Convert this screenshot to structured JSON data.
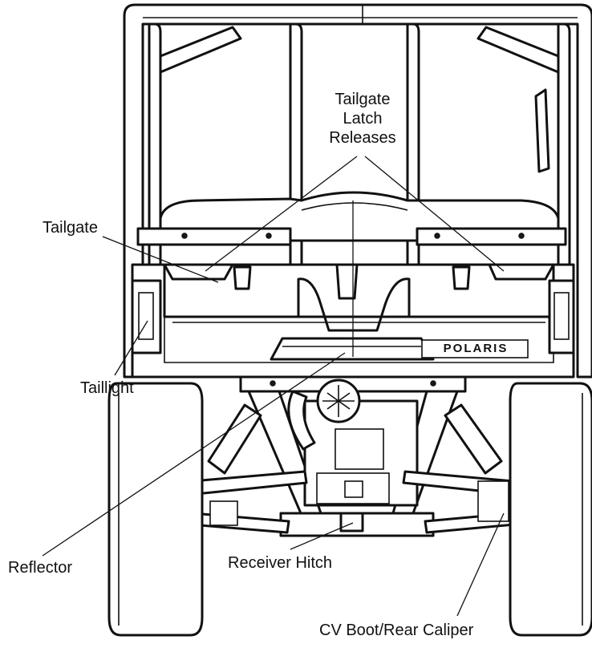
{
  "labels": {
    "tailgate_latch_releases": [
      "Tailgate",
      "Latch",
      "Releases"
    ],
    "tailgate": "Tailgate",
    "taillight": "Taillight",
    "reflector": "Reflector",
    "receiver_hitch": "Receiver Hitch",
    "cv_boot_rear_caliper": "CV Boot/Rear Caliper"
  },
  "brand_badge": "POLARIS",
  "colors": {
    "ink": "#111111",
    "paper": "#ffffff"
  }
}
